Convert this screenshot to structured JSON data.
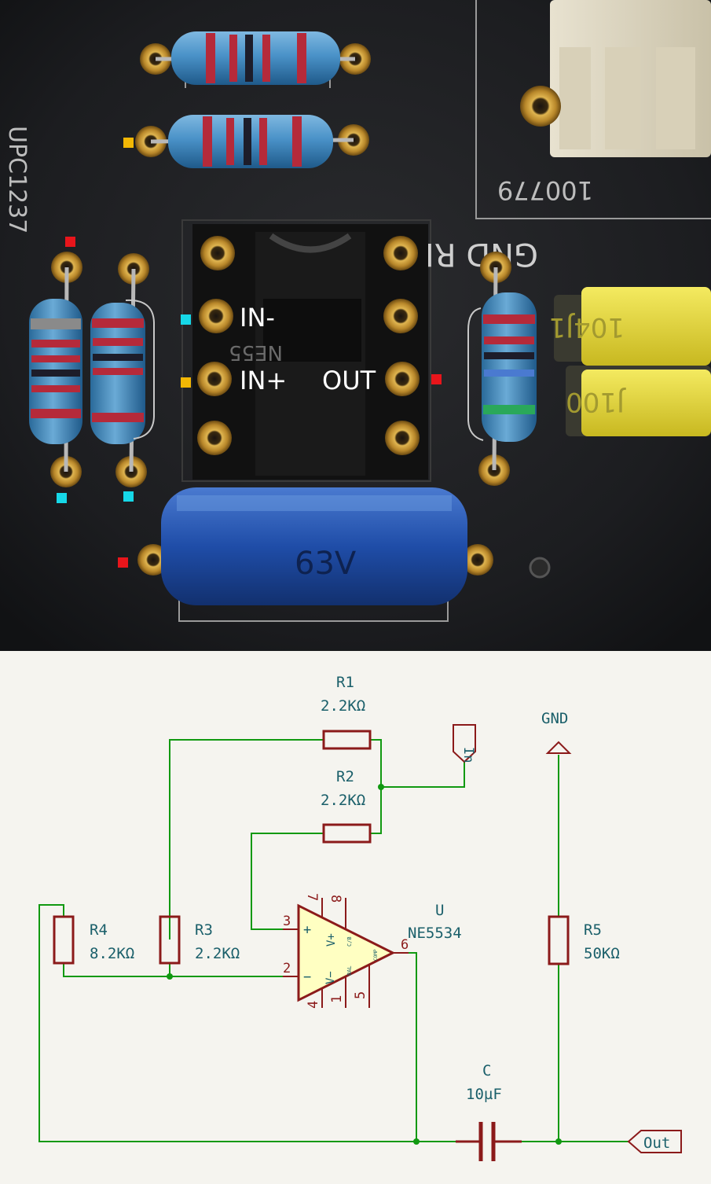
{
  "photo": {
    "labels": {
      "in_minus": "IN-",
      "in_plus": "IN+",
      "out": "OUT",
      "chip_marking": "NE55",
      "silk_left": "UPC1237",
      "silk_top_right": "100779",
      "silk_gnd_rin": "GND RIN",
      "cap_upper": "104J1",
      "cap_lower": "J100",
      "elcap_text": "63V"
    },
    "marker_colors": {
      "red": "#e8151b",
      "cyan": "#16d8e8",
      "yellow": "#f2b705"
    }
  },
  "schematic": {
    "colors": {
      "wire": "#119911",
      "component": "#8b1a1a",
      "text": "#1a5f6a",
      "opamp_fill": "#ffffc2"
    },
    "components": {
      "r1": {
        "ref": "R1",
        "value": "2.2KΩ"
      },
      "r2": {
        "ref": "R2",
        "value": "2.2KΩ"
      },
      "r3": {
        "ref": "R3",
        "value": "2.2KΩ"
      },
      "r4": {
        "ref": "R4",
        "value": "8.2KΩ"
      },
      "r5": {
        "ref": "R5",
        "value": "50KΩ"
      },
      "c": {
        "ref": "C",
        "value": "10µF"
      },
      "u": {
        "ref": "U",
        "value": "NE5534"
      }
    },
    "pins": {
      "p7": "7",
      "p8": "8",
      "p3": "3",
      "p2": "2",
      "p6": "6",
      "p4": "4",
      "p1": "1",
      "p5": "5",
      "plus": "+",
      "minus": "−",
      "vplus": "V+",
      "vminus": "V−",
      "cb": "C/B",
      "bal": "BAL",
      "comp": "COMP"
    },
    "ports": {
      "in": "In",
      "out": "Out",
      "gnd": "GND"
    }
  }
}
